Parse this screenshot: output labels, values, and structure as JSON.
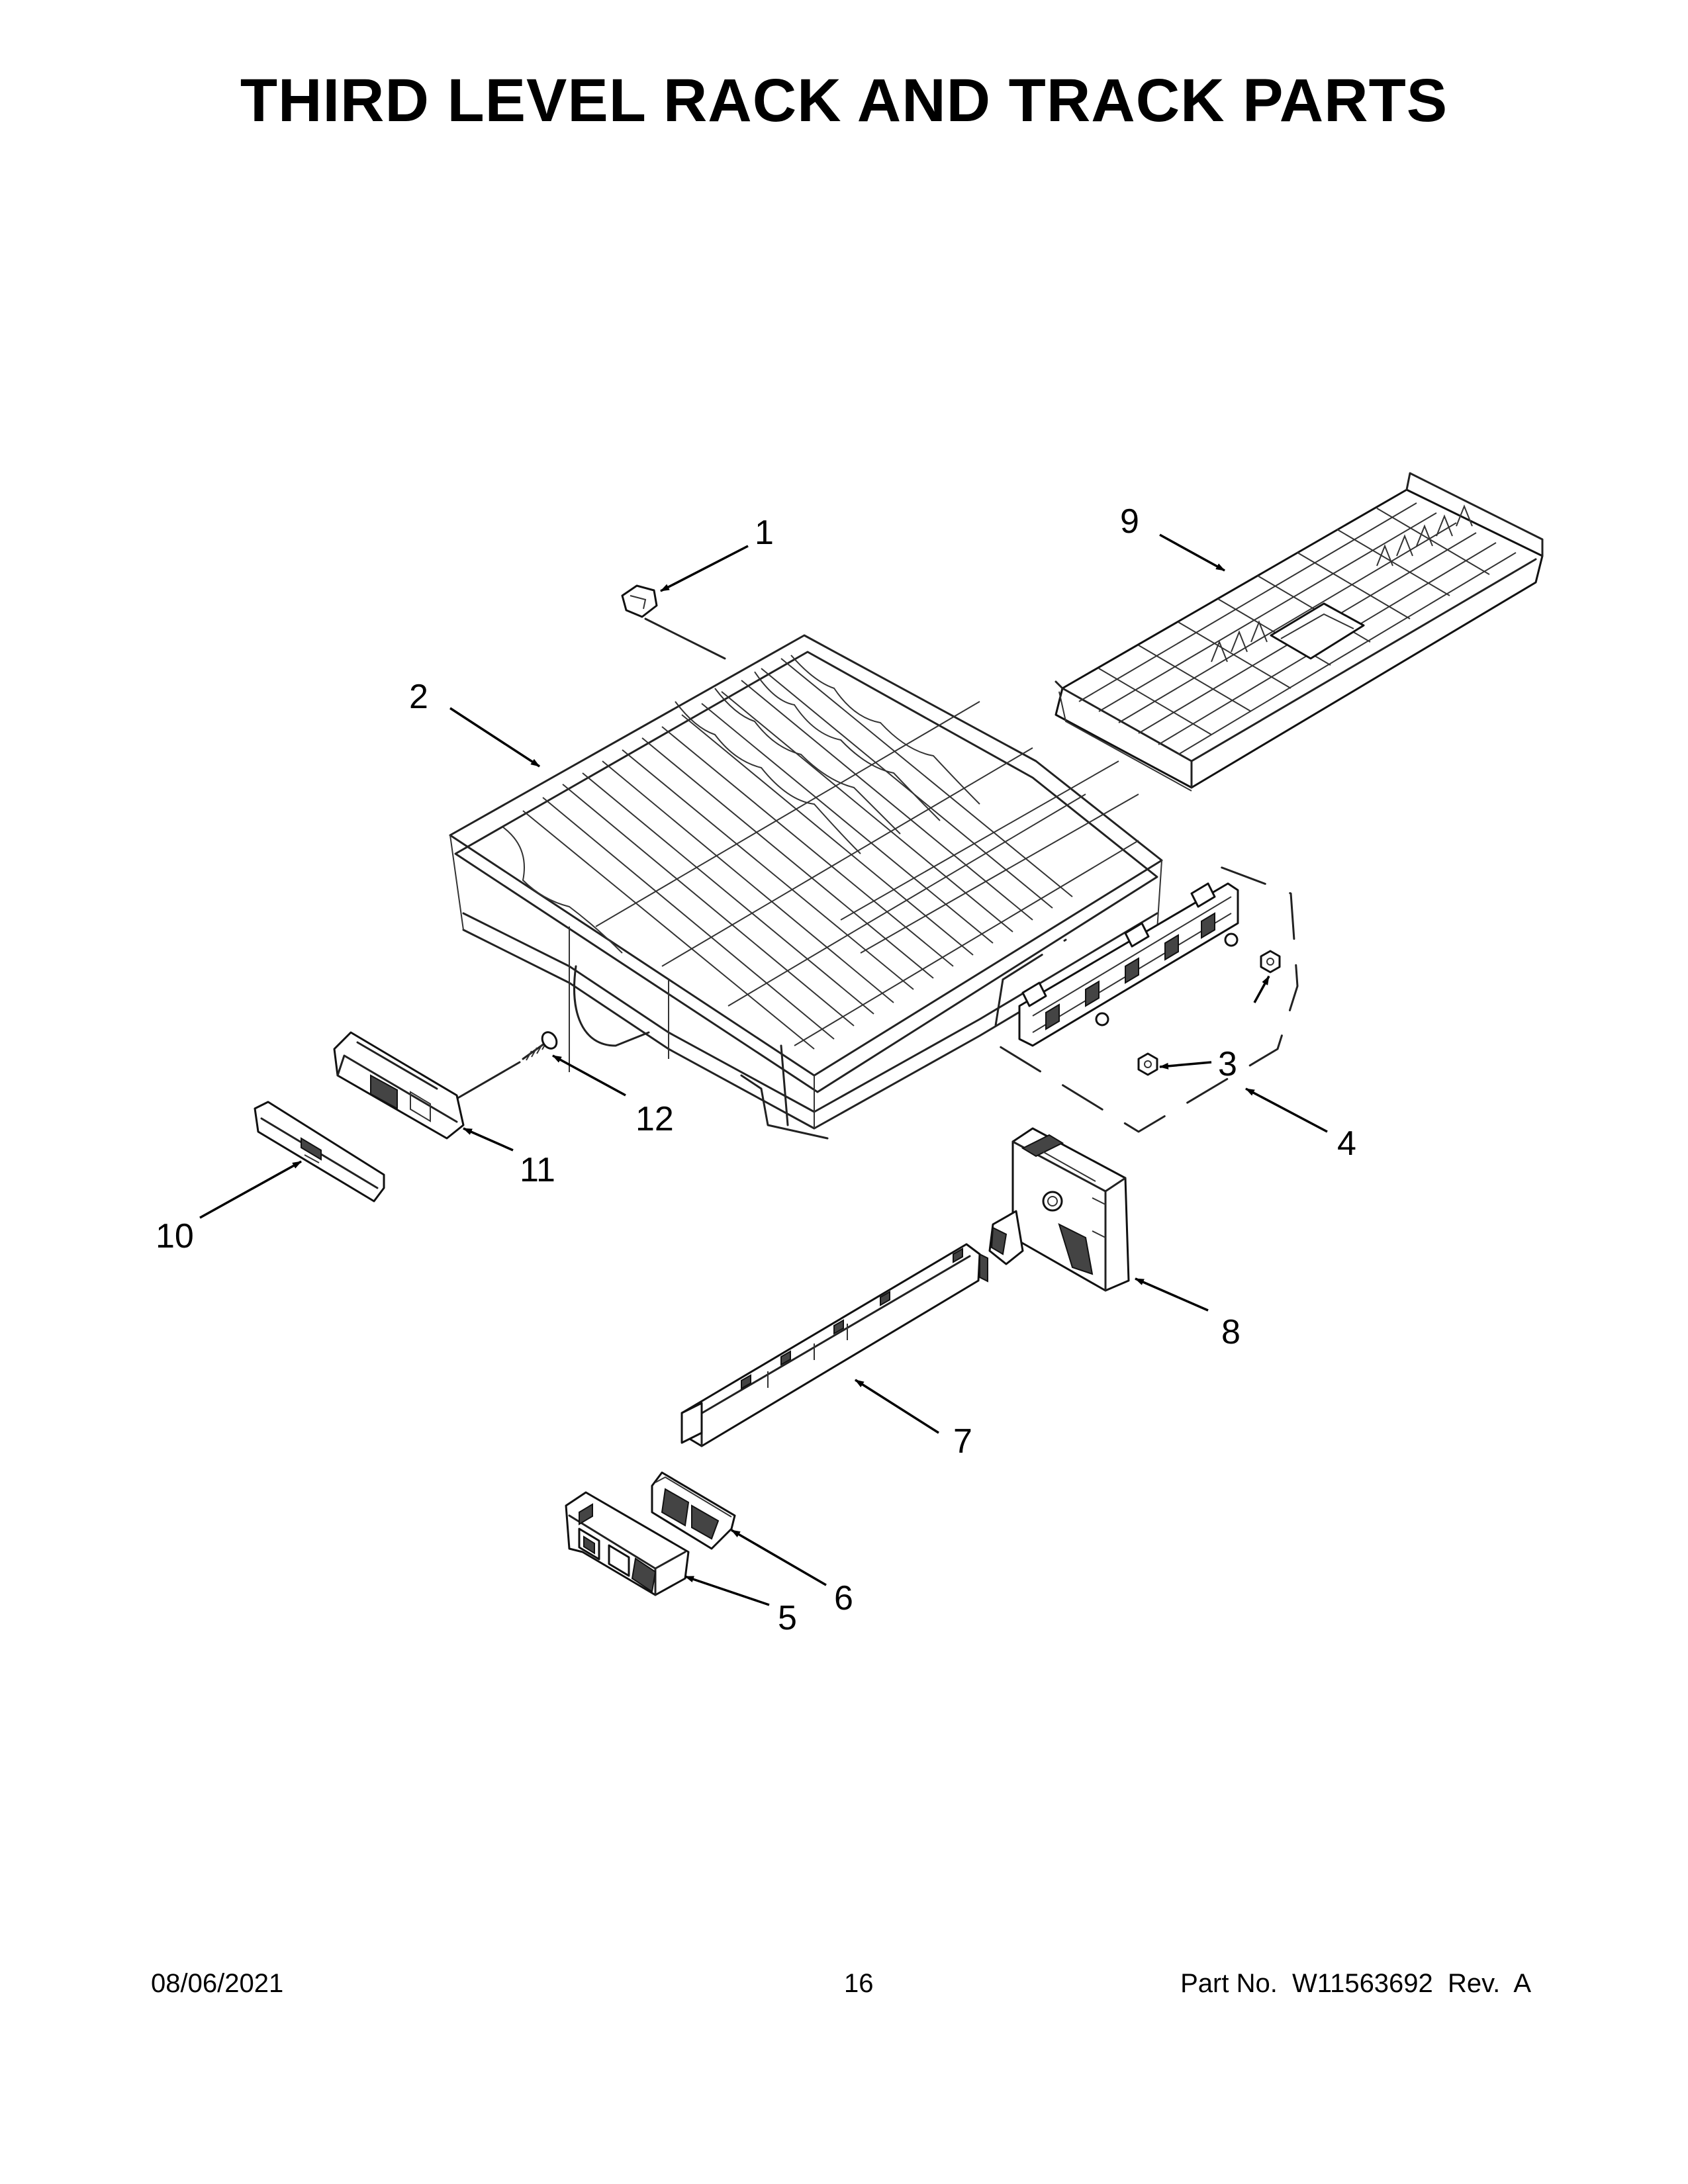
{
  "page": {
    "title": "THIRD LEVEL RACK AND TRACK PARTS"
  },
  "callouts": [
    {
      "id": "1",
      "label": "1"
    },
    {
      "id": "2",
      "label": "2"
    },
    {
      "id": "3",
      "label": "3"
    },
    {
      "id": "4",
      "label": "4"
    },
    {
      "id": "5",
      "label": "5"
    },
    {
      "id": "6",
      "label": "6"
    },
    {
      "id": "7",
      "label": "7"
    },
    {
      "id": "8",
      "label": "8"
    },
    {
      "id": "9",
      "label": "9"
    },
    {
      "id": "10",
      "label": "10"
    },
    {
      "id": "11",
      "label": "11"
    },
    {
      "id": "12",
      "label": "12"
    }
  ],
  "footer": {
    "date": "08/06/2021",
    "page_number": "16",
    "part_number": "Part No.  W11563692  Rev.  A"
  }
}
